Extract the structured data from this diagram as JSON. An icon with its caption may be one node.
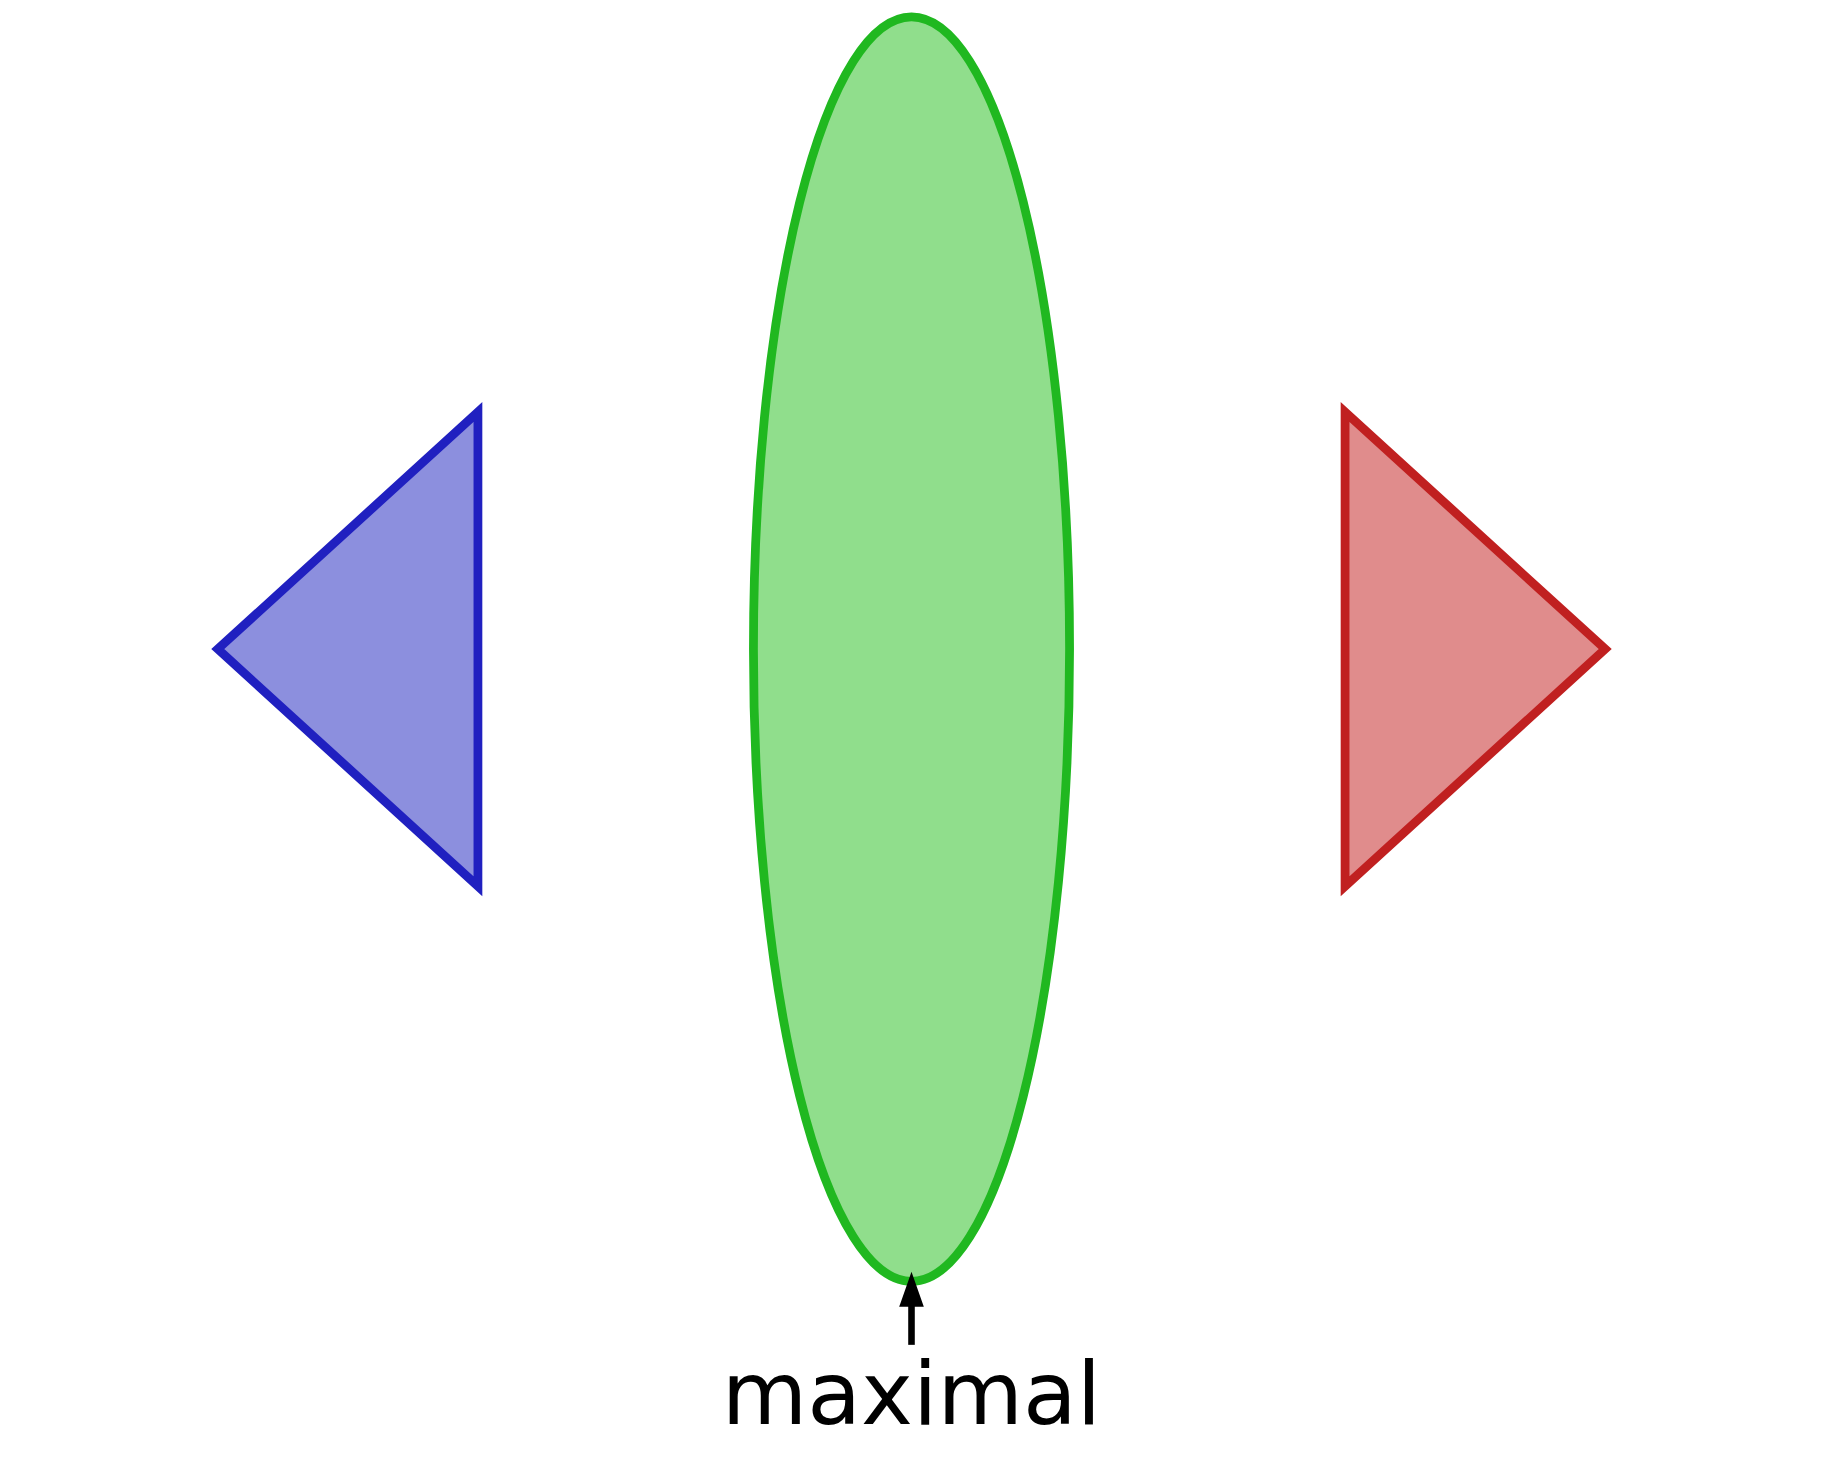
{
  "diagram": {
    "nodes": [
      {
        "text": [],
        "shape": "triangle"
      },
      {
        "text": [],
        "shape": "lens"
      },
      {
        "text": [],
        "shape": "triangle"
      },
      {
        "text": [
          "maximal"
        ]
      }
    ],
    "edges": [
      {
        "from": 3,
        "to": 1,
        "arrow": "to"
      }
    ]
  }
}
